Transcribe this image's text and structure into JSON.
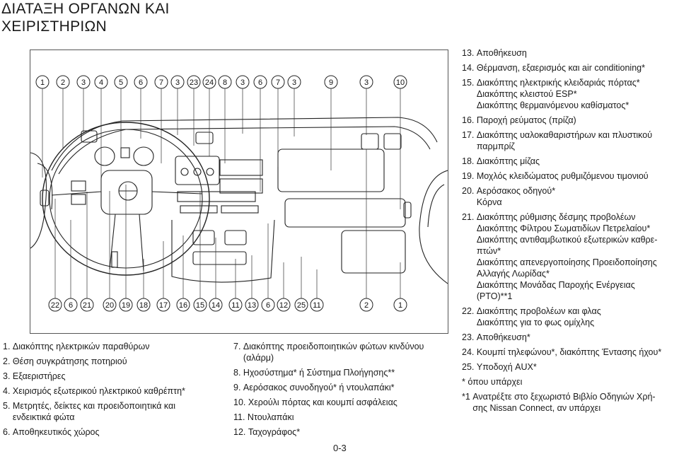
{
  "title": [
    "ΔΙΑΤΑΞΗ ΟΡΓΑΝΩΝ ΚΑΙ",
    "ΧΕΙΡΙΣΤΗΡΙΩΝ"
  ],
  "figure": {
    "top_callouts": [
      "1",
      "2",
      "3",
      "4",
      "5",
      "6",
      "7",
      "3",
      "23",
      "24",
      "8",
      "3",
      "6",
      "7",
      "3",
      "9",
      "3",
      "10"
    ],
    "bottom_callouts": [
      "22",
      "6",
      "21",
      "20",
      "19",
      "18",
      "17",
      "16",
      "15",
      "14",
      "11",
      "13",
      "6",
      "12",
      "25",
      "11",
      "2",
      "1"
    ]
  },
  "legend_left": [
    {
      "num": "1.",
      "lines": [
        "Διακόπτης ηλεκτρικών παραθύρων"
      ]
    },
    {
      "num": "2.",
      "lines": [
        "Θέση συγκράτησης ποτηριού"
      ]
    },
    {
      "num": "3.",
      "lines": [
        "Εξαεριστήρες"
      ]
    },
    {
      "num": "4.",
      "lines": [
        "Χειρισμός εξωτερικού ηλεκτρικού καθρέπτη*"
      ]
    },
    {
      "num": "5.",
      "lines": [
        "Μετρητές, δείκτες και προειδοποιητικά και",
        "ενδεικτικά φώτα"
      ]
    },
    {
      "num": "6.",
      "lines": [
        "Αποθηκευτικός χώρος"
      ]
    }
  ],
  "legend_mid": [
    {
      "num": "7.",
      "lines": [
        "Διακόπτης προειδοποιητικών φώτων κινδύνου",
        "(αλάρμ)"
      ]
    },
    {
      "num": "8.",
      "lines": [
        "Ηχοσύστημα* ή Σύστημα Πλοήγησης**"
      ]
    },
    {
      "num": "9.",
      "lines": [
        "Αερόσακος συνοδηγού* ή ντουλαπάκι*"
      ]
    },
    {
      "num": "10.",
      "lines": [
        "Χερούλι πόρτας και κουμπί ασφάλειας"
      ]
    },
    {
      "num": "11.",
      "lines": [
        "Ντουλαπάκι"
      ]
    },
    {
      "num": "12.",
      "lines": [
        "Ταχογράφος*"
      ]
    }
  ],
  "legend_right": [
    {
      "num": "13.",
      "lines": [
        "Αποθήκευση"
      ]
    },
    {
      "num": "14.",
      "lines": [
        "Θέρμανση, εξαερισμός και air conditioning*"
      ]
    },
    {
      "num": "15.",
      "lines": [
        "Διακόπτης ηλεκτρικής κλειδαριάς πόρτας*",
        "Διακόπτης κλειστού ESP*",
        "Διακόπτης θερμαινόμενου καθίσματος*"
      ]
    },
    {
      "num": "16.",
      "lines": [
        "Παροχή ρεύματος (πρίζα)"
      ]
    },
    {
      "num": "17.",
      "lines": [
        "Διακόπτης υαλοκαθαριστήρων και πλυστικού",
        "παρμπρίζ"
      ]
    },
    {
      "num": "18.",
      "lines": [
        "Διακόπτης μίζας"
      ]
    },
    {
      "num": "19.",
      "lines": [
        "Μοχλός κλειδώματος ρυθμιζόμενου τιμονιού"
      ]
    },
    {
      "num": "20.",
      "lines": [
        "Αερόσακος οδηγού*",
        "Κόρνα"
      ]
    },
    {
      "num": "21.",
      "lines": [
        "Διακόπτης ρύθμισης δέσμης προβολέων",
        "Διακόπτης Φίλτρου Σωματιδίων Πετρελαίου*",
        "Διακόπτης αντιθαμβωτικού εξωτερικών καθρε-",
        "πτών*",
        "Διακόπτης απενεργοποίησης Προειδοποίησης",
        "Αλλαγής Λωρίδας*",
        "Διακόπτης Μονάδας Παροχής Ενέργειας",
        "(PTO)**1"
      ]
    },
    {
      "num": "22.",
      "lines": [
        "Διακόπτης προβολέων και φλας",
        "Διακόπτης για το φως ομίχλης"
      ]
    },
    {
      "num": "23.",
      "lines": [
        "Αποθήκευση*"
      ]
    },
    {
      "num": "24.",
      "lines": [
        "Κουμπί τηλεφώνου*, διακόπτης Έντασης ήχου*"
      ]
    },
    {
      "num": "25.",
      "lines": [
        "Υποδοχή AUX*"
      ]
    }
  ],
  "notes": [
    {
      "mark": "*",
      "lines": [
        "όπου υπάρχει"
      ]
    },
    {
      "mark": "*1",
      "lines": [
        "Ανατρέξτε στο ξεχωριστό Βιβλίο Οδηγιών Χρή-",
        "σης Nissan Connect, αν υπάρχει"
      ]
    }
  ],
  "page_number": "0-3"
}
